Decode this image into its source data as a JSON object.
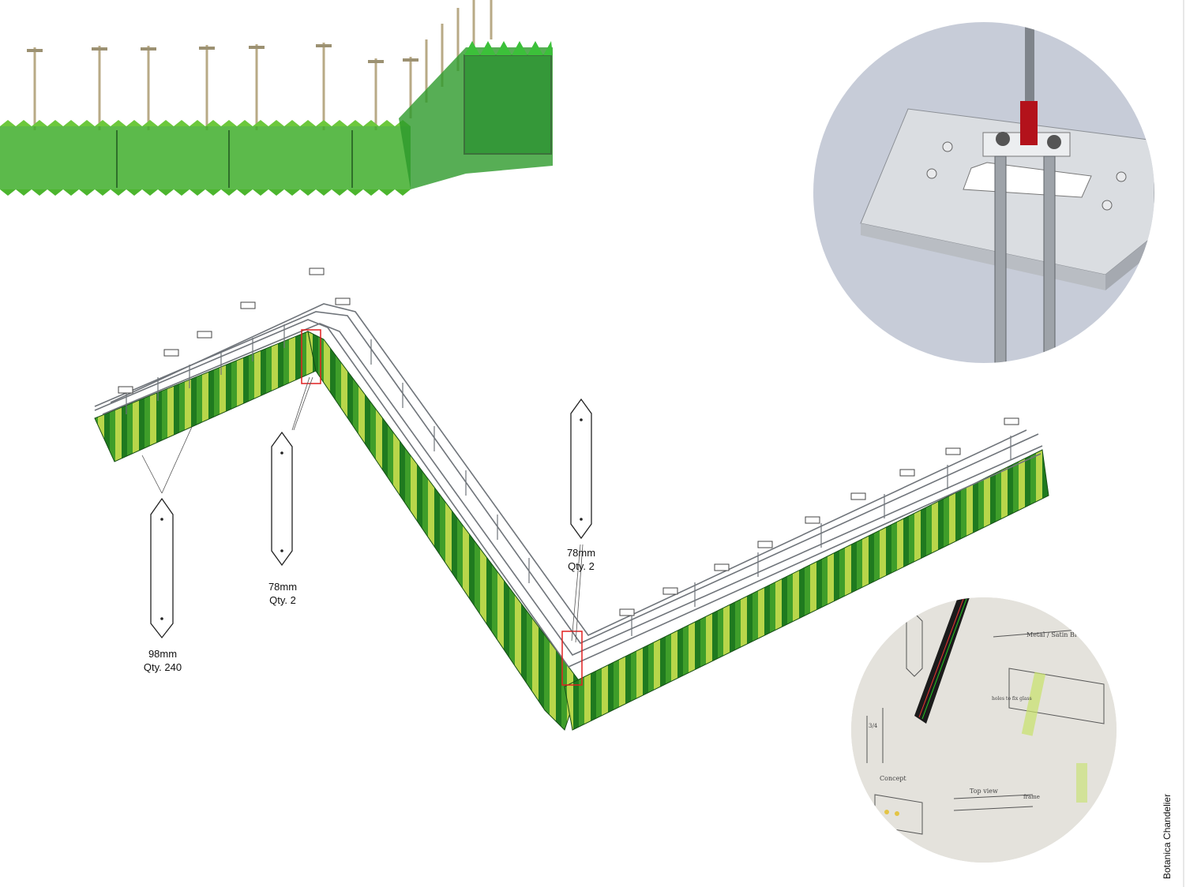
{
  "side_title": "Botanica Chandelier",
  "panels": [
    {
      "size": "98mm",
      "qty": "Qty. 240"
    },
    {
      "size": "78mm",
      "qty": "Qty. 2"
    },
    {
      "size": "78mm",
      "qty": "Qty. 2"
    }
  ],
  "sketch_notes": {
    "title": "Metal / Satin Brass",
    "label_a": "Concept",
    "label_b": "Top view",
    "label_c": "frame",
    "label_d": "3/4",
    "note": "holes to fix glass"
  },
  "colors": {
    "green_dark": "#1f7a1f",
    "green_mid": "#3f9e2a",
    "green_light": "#b8d64a",
    "frame_steel": "#8a8f96",
    "connector_red": "#b3121b",
    "highlight_red": "#e02020"
  }
}
